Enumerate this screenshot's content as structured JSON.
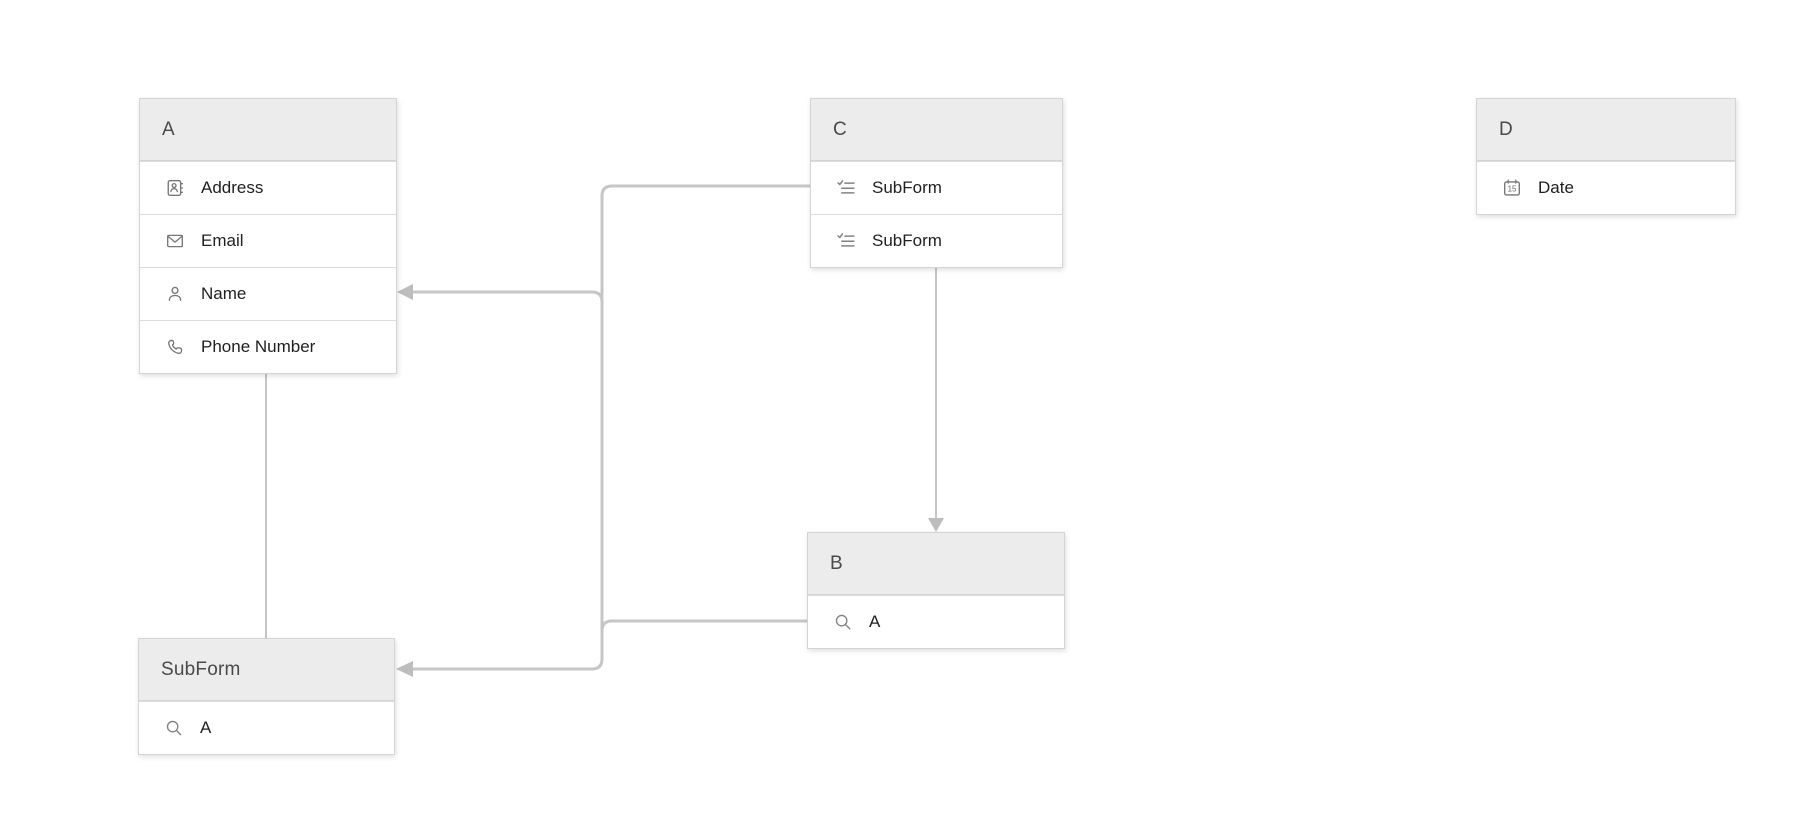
{
  "app": {
    "name": "form-relationship-schema-diagram"
  },
  "colors": {
    "canvas_bg": "#ffffff",
    "header_bg": "#ececec",
    "card_border": "#d4d4d4",
    "row_bg": "#ffffff",
    "header_text": "#4a4a4a",
    "field_text": "#1f1f1f",
    "icon_stroke": "#777777",
    "connector_line": "#c6c6c6",
    "arrowhead_fill": "#bdbdbd"
  },
  "tables": {
    "a": {
      "title": "A",
      "fields": [
        {
          "icon": "address-book-icon",
          "label": "Address"
        },
        {
          "icon": "email-icon",
          "label": "Email"
        },
        {
          "icon": "person-icon",
          "label": "Name"
        },
        {
          "icon": "phone-icon",
          "label": "Phone Number"
        }
      ]
    },
    "c": {
      "title": "C",
      "fields": [
        {
          "icon": "subform-icon",
          "label": "SubForm"
        },
        {
          "icon": "subform-icon",
          "label": "SubForm"
        }
      ]
    },
    "d": {
      "title": "D",
      "fields": [
        {
          "icon": "calendar-icon",
          "label": "Date"
        }
      ]
    },
    "b": {
      "title": "B",
      "fields": [
        {
          "icon": "search-icon",
          "label": "A"
        }
      ]
    },
    "subform": {
      "title": "SubForm",
      "fields": [
        {
          "icon": "search-icon",
          "label": "A"
        }
      ]
    }
  },
  "icons": {
    "calendar_day": "15"
  },
  "connectors": [
    {
      "type": "line",
      "from": "table-a-bottom",
      "to": "subform-table-top"
    },
    {
      "type": "arrow",
      "from": "table-c-bottom",
      "to": "table-b-header-top"
    },
    {
      "type": "stub",
      "from": "c-subform-row-1",
      "to": "trunk"
    },
    {
      "type": "stub",
      "from": "b-field-a-row",
      "to": "trunk"
    },
    {
      "type": "arrow",
      "from": "trunk",
      "to": "a-name-row"
    },
    {
      "type": "arrow",
      "from": "trunk",
      "to": "subform-table-header"
    }
  ]
}
